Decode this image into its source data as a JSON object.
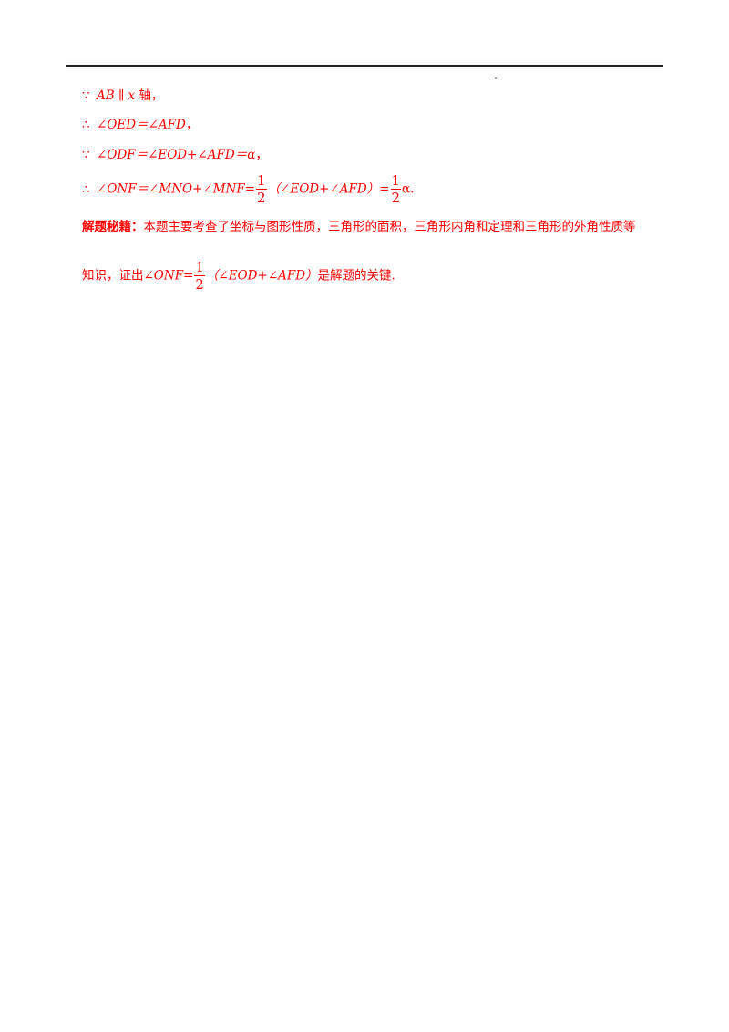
{
  "lines": {
    "l1": {
      "symbol": "∵",
      "ab": "AB",
      "parallel": "∥",
      "x": "x",
      "text": " 轴，"
    },
    "l2": {
      "symbol": "∴",
      "expr": "∠OED＝∠AFD",
      "tail": "，"
    },
    "l3": {
      "symbol": "∵",
      "expr": "∠ODF＝∠EOD+∠AFD＝α",
      "tail": "，"
    },
    "l4": {
      "symbol": "∴",
      "expr": "∠ONF＝∠MNO+∠MNF=",
      "num": "1",
      "den": "2",
      "paren": "（∠EOD+∠AFD）",
      "eq": "=",
      "num2": "1",
      "den2": "2",
      "tail": "α."
    }
  },
  "note": {
    "label": "解题秘籍：",
    "line1": "本题主要考查了坐标与图形性质，三角形的面积，三角形内角和定理和三角形的外角性质等",
    "line2_pre": "知识，证出",
    "line2_expr": "∠ONF=",
    "num": "1",
    "den": "2",
    "paren": "（∠EOD+∠AFD）",
    "line2_post": "是解题的关键."
  },
  "colors": {
    "text": "#ff0000",
    "rule": "#222222"
  }
}
